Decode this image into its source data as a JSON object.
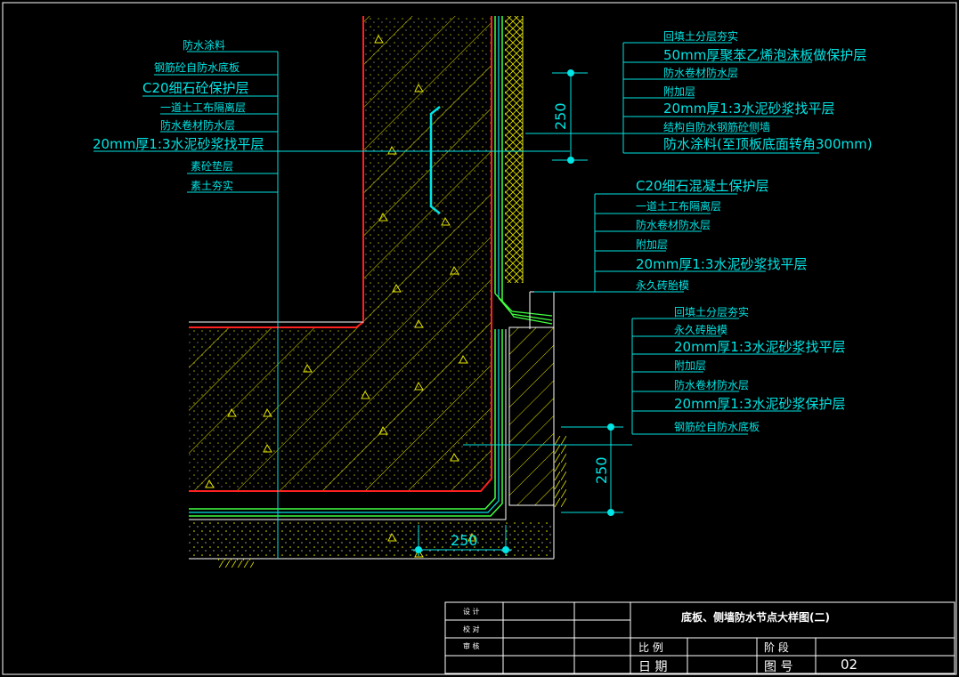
{
  "left_labels": [
    "防水涂料",
    "钢筋砼自防水底板",
    "C20细石砼保护层",
    "一道土工布隔离层",
    "防水卷材防水层",
    "20mm厚1:3水泥砂浆找平层",
    "素砼垫层",
    "素土夯实"
  ],
  "top_right_labels": [
    "回填土分层夯实",
    "50mm厚聚苯乙烯泡沫板做保护层",
    "防水卷材防水层",
    "附加层",
    "20mm厚1:3水泥砂浆找平层",
    "结构自防水钢筋砼侧墙",
    "防水涂料(至顶板底面转角300mm)"
  ],
  "mid_right_labels": [
    "C20细石混凝土保护层",
    "一道土工布隔离层",
    "防水卷材防水层",
    "附加层",
    "20mm厚1:3水泥砂浆找平层",
    "永久砖胎模"
  ],
  "bottom_right_labels": [
    "回填土分层夯实",
    "永久砖胎模",
    "20mm厚1:3水泥砂浆找平层",
    "附加层",
    "防水卷材防水层",
    "20mm厚1:3水泥砂浆保护层",
    "钢筋砼自防水底板"
  ],
  "dimensions": {
    "top_vertical": "250",
    "bottom_vertical": "250",
    "bottom_horizontal": "250"
  },
  "title_block": {
    "design": "设 计",
    "check": "校 对",
    "review": "审 核",
    "title": "底板、侧墙防水节点大样图(二)",
    "scale_label": "比 例",
    "stage_label": "阶 段",
    "date_label": "日 期",
    "drawing_no_label": "图 号",
    "drawing_no": "02"
  },
  "colors": {
    "background": "#000000",
    "cyan": "#00e5e5",
    "yellow": "#e5e500",
    "red": "#ff2020",
    "green": "#40ff40",
    "white": "#ffffff"
  }
}
